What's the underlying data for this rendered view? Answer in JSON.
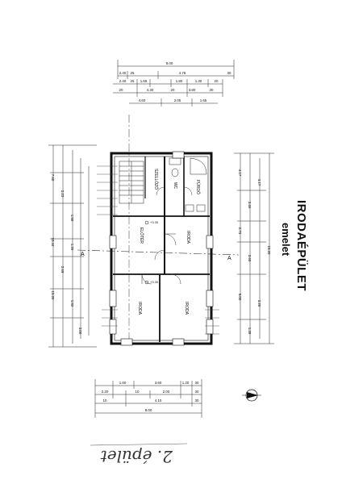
{
  "sheet": {
    "title": "IRODAÉPÜLET",
    "subtitle": "emelet",
    "signature": "2. épület",
    "section_marker": "A"
  },
  "top_dims": {
    "row1": [
      "8.00"
    ],
    "row2": [
      "2.40",
      "25",
      "4.75",
      "30"
    ],
    "row3": [
      "2.40",
      "25",
      "1.65",
      "1.80",
      "1.30",
      "20"
    ],
    "row4": [
      "20",
      "4.30",
      "20",
      "3.80",
      "30"
    ],
    "row5": [
      "4.60",
      "2.05",
      "1.65"
    ]
  },
  "bottom_dims": {
    "row1": [
      "1.60",
      "3.60",
      "1.20",
      "30"
    ],
    "row2": [
      "2.20",
      "10",
      "2.00",
      "30"
    ],
    "row3": [
      "10",
      "4.10",
      "30"
    ],
    "row4": [
      "8.00"
    ]
  },
  "left_dims": [
    "7.60",
    "2.23",
    "1.50",
    "1.20",
    "2.69",
    "1.82",
    "10.44",
    "3.00",
    "15.20"
  ],
  "right_dims": [
    "4.17",
    "3.46",
    "2.73",
    "3.60",
    "5.00",
    "1.38",
    "15.20",
    "4.17",
    "3.20"
  ],
  "rooms": [
    {
      "id": "szellozo",
      "name": "SZELLŐZŐ"
    },
    {
      "id": "wc",
      "name": "WC"
    },
    {
      "id": "furdo",
      "name": "FÜRDŐ"
    },
    {
      "id": "eloter",
      "name": "ELŐTÉR"
    },
    {
      "id": "iroda1",
      "name": "IRODA"
    },
    {
      "id": "iroda2",
      "name": "IRODA"
    },
    {
      "id": "iroda3",
      "name": "IRODA"
    }
  ],
  "level_marks": [
    "+3.30",
    "+3.30"
  ]
}
